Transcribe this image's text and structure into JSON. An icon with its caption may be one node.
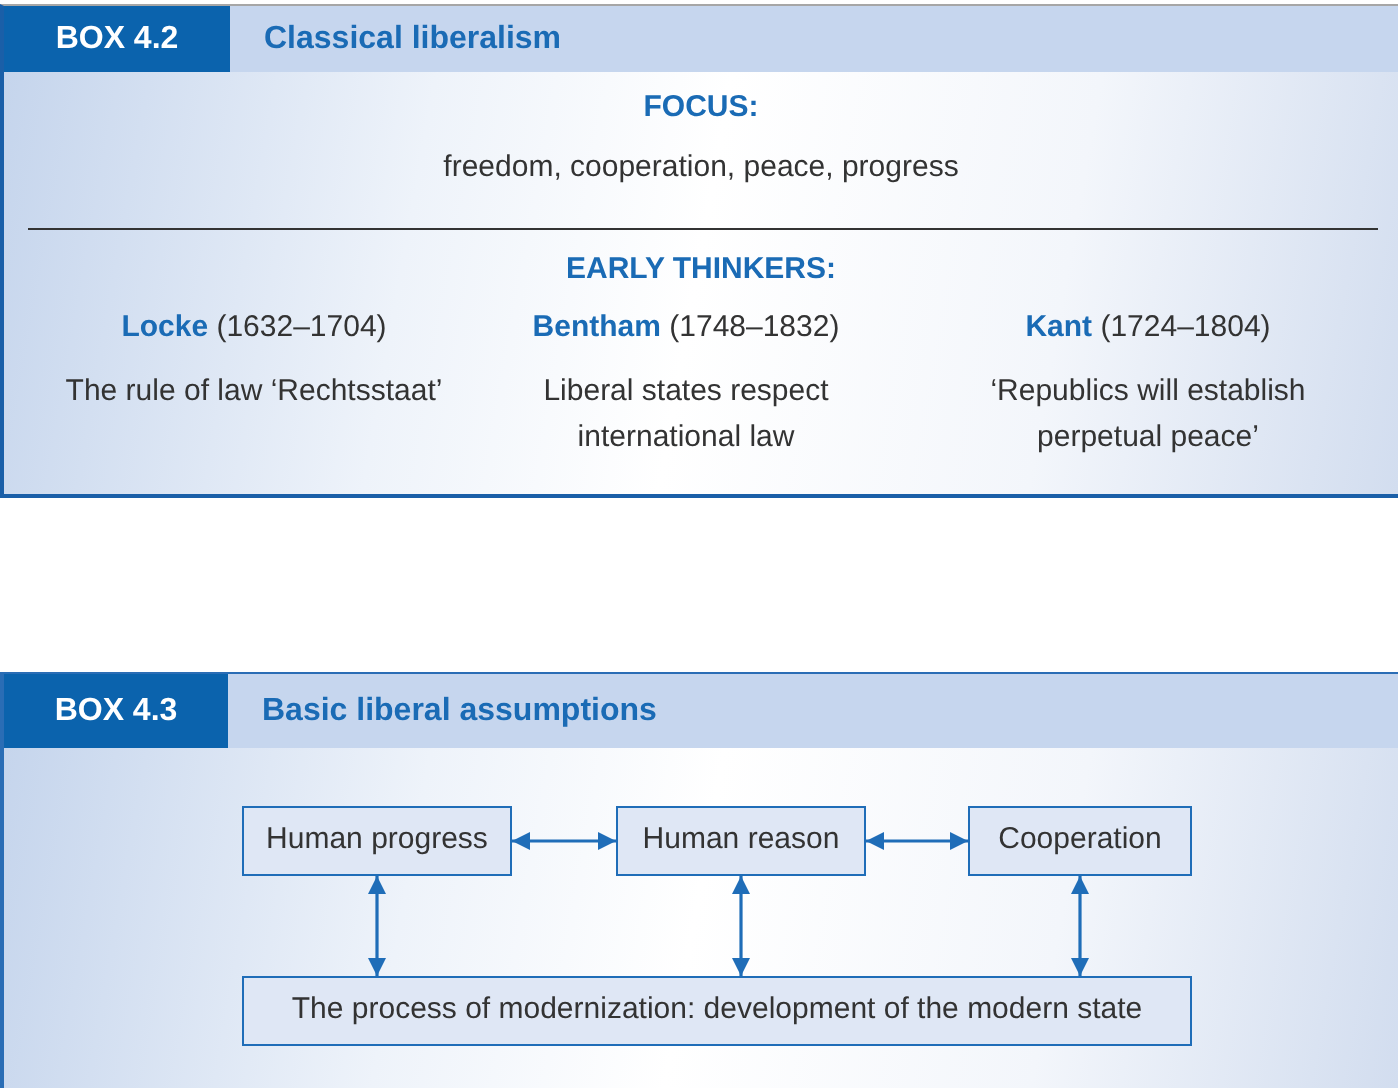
{
  "diagram": {
    "nodes": [
      {
        "text": [
          "FOCUS:",
          "freedom, cooperation, peace, progress",
          "EARLY THINKERS:",
          "**Locke** (1632–1704)",
          "The rule of law ‘Rechtsstaat’",
          "**Bentham** (1748–1832)",
          "Liberal states respect international law",
          "**Kant** (1724–1804)",
          "‘Republics will establish perpetual peace’"
        ]
      },
      {
        "text": [
          "BOX 4.2"
        ],
        "in": 0
      },
      {
        "text": [
          "Classical liberalism"
        ],
        "in": 0
      },
      {
        "text": [],
        "shape": "box"
      },
      {
        "text": [
          "BOX 4.3"
        ],
        "in": 3
      },
      {
        "text": [
          "Basic liberal assumptions"
        ],
        "in": 3
      },
      {
        "text": [
          "Human progress"
        ],
        "in": 3
      },
      {
        "text": [
          "Human reason"
        ],
        "in": 3
      },
      {
        "text": [
          "Cooperation"
        ],
        "in": 3
      },
      {
        "text": [
          "The process of modernization: development of the modern state"
        ],
        "in": 3
      }
    ],
    "edges": [
      {
        "from": 6,
        "to": 7,
        "arrow": "both"
      },
      {
        "from": 7,
        "to": 8,
        "arrow": "both"
      },
      {
        "from": 6,
        "to": 9,
        "arrow": "both"
      },
      {
        "from": 7,
        "to": 9,
        "arrow": "both"
      },
      {
        "from": 8,
        "to": 9,
        "arrow": "both"
      }
    ]
  }
}
